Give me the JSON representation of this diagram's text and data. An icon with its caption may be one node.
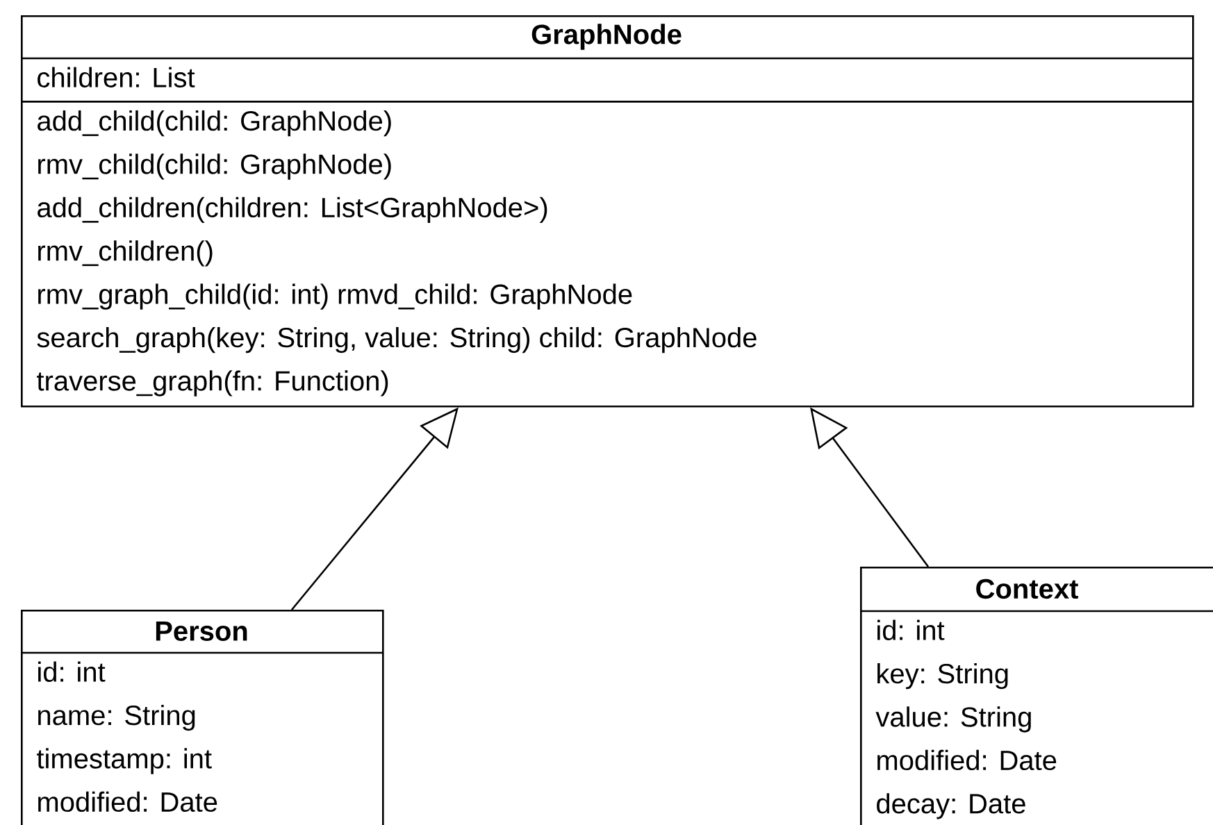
{
  "diagram": {
    "nodes": [
      {
        "text": [
          "GraphNode",
          "children: List",
          "add_child(child: GraphNode)",
          "rmv_child(child: GraphNode)",
          "add_children(children: List<GraphNode>)",
          "rmv_children()",
          "rmv_graph_child(id: int) rmvd_child: GraphNode",
          "search_graph(key: String, value: String) child: GraphNode",
          "traverse_graph(fn: Function)"
        ]
      },
      {
        "text": [
          "Person",
          "id: int",
          "name: String",
          "timestamp: int",
          "modified: Date"
        ]
      },
      {
        "text": [
          "Context",
          "id: int",
          "key: String",
          "value: String",
          "modified: Date",
          "decay: Date"
        ]
      }
    ],
    "edges": [
      {
        "from": 1,
        "to": 0,
        "arrow": "to"
      },
      {
        "from": 2,
        "to": 0,
        "arrow": "to"
      }
    ]
  }
}
